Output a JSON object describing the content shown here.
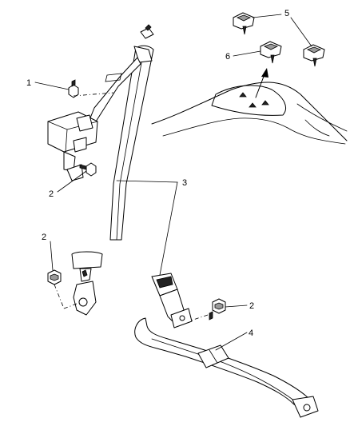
{
  "callouts": {
    "label_1": "1",
    "label_2a": "2",
    "label_2b": "2",
    "label_2c": "2",
    "label_3": "3",
    "label_4": "4",
    "label_5": "5",
    "label_6": "6"
  }
}
